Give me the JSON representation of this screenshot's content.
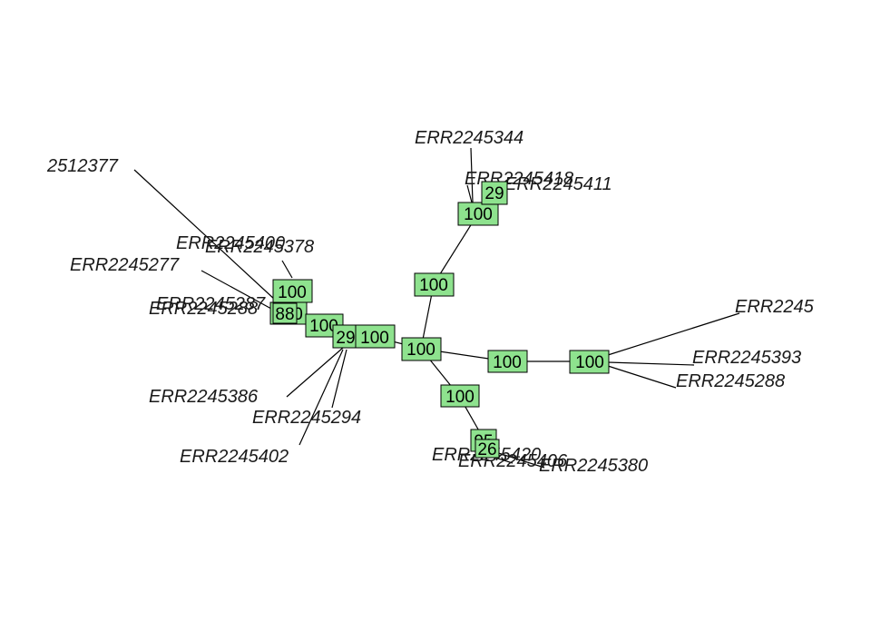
{
  "colors": {
    "node_fill": "#8ee28e",
    "edge": "#000000",
    "text": "#1a1a1a",
    "background": "#ffffff"
  },
  "tip_labels": {
    "t_2512377": "2512377",
    "t_ERR2245344": "ERR2245344",
    "t_ERR2245400": "ERR2245400",
    "t_ERR2245378": "ERR2245378",
    "t_ERR2245277": "ERR2245277",
    "t_cluster_left_a": "ERR2245287",
    "t_cluster_left_b": "ERR2245288",
    "t_ERR2245386": "ERR2245386",
    "t_ERR2245294": "ERR2245294",
    "t_ERR2245402": "ERR2245402",
    "t_cluster_top_a": "ERR2245418",
    "t_cluster_top_b": "ERR2245411",
    "t_right_top": "ERR2245",
    "t_ERR2245393": "ERR2245393",
    "t_ERR2245288": "ERR2245288",
    "t_cluster_bottom_a": "ERR2245420",
    "t_cluster_bottom_b": "ERR2245406",
    "t_ERR2245380": "ERR2245380"
  },
  "node_labels": {
    "n_center": "100",
    "n_left1": "100",
    "n_left2": "29",
    "n_left3": "100",
    "n_left4": "100",
    "n_left5": "100",
    "n_left6": "88",
    "n_up1": "100",
    "n_up2": "100",
    "n_up3": "29",
    "n_right1": "100",
    "n_right2": "100",
    "n_down1": "100",
    "n_down2": "95",
    "n_down3": "26"
  }
}
